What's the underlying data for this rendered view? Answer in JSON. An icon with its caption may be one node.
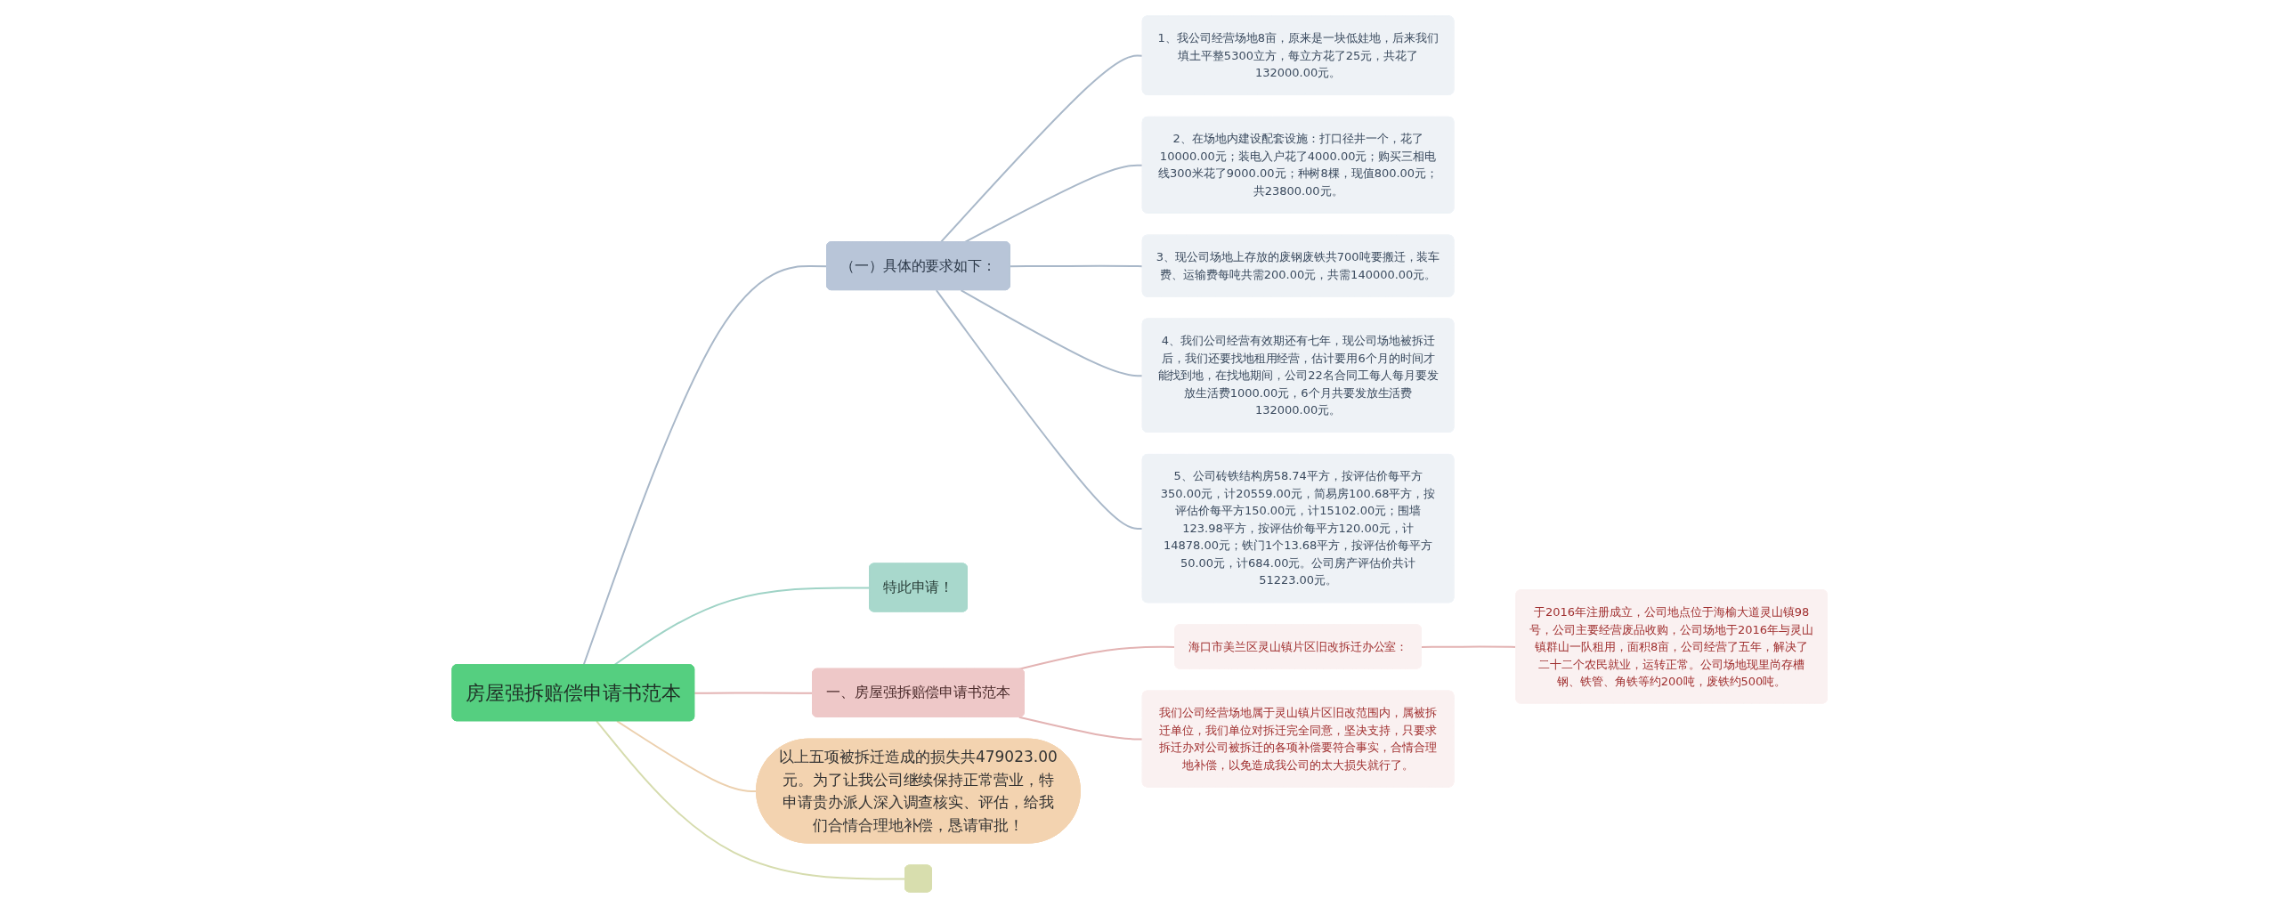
{
  "diagram": {
    "nodes": [
      {
        "text": [
          "房屋强拆赔偿申请书范本"
        ]
      },
      {
        "text": [
          "（一）具体的要求如下："
        ]
      },
      {
        "text": [
          "1、我公司经营场地8亩，原来是一块低娃地，后来我们填土平整5300立方，每立方花了25元，共花了132000.00元。"
        ]
      },
      {
        "text": [
          "2、在场地内建设配套设施：打口径井一个，花了10000.00元；装电入户花了4000.00元；购买三相电线300米花了9000.00元；种树8棵，现值800.00元；共23800.00元。"
        ]
      },
      {
        "text": [
          "3、现公司场地上存放的废钢废铁共700吨要搬迁，装车费、运输费每吨共需200.00元，共需140000.00元。"
        ]
      },
      {
        "text": [
          "4、我们公司经营有效期还有七年，现公司场地被拆迁后，我们还要找地租用经营，估计要用6个月的时间才能找到地，在找地期间，公司22名合同工每人每月要发放生活费1000.00元，6个月共要发放生活费132000.00元。"
        ]
      },
      {
        "text": [
          "5、公司砖铁结构房58.74平方，按评估价每平方350.00元，计20559.00元，简易房100.68平方，按评估价每平方150.00元，计15102.00元；围墙123.98平方，按评估价每平方120.00元，计14878.00元；铁门1个13.68平方，按评估价每平方50.00元，计684.00元。公司房产评估价共计51223.00元。"
        ]
      },
      {
        "text": [
          "特此申请！"
        ]
      },
      {
        "text": [
          "一、房屋强拆赔偿申请书范本"
        ]
      },
      {
        "text": [
          "海口市美兰区灵山镇片区旧改拆迁办公室："
        ]
      },
      {
        "text": [
          "于2016年注册成立，公司地点位于海榆大道灵山镇98号，公司主要经营废品收购，公司场地于2016年与灵山镇群山一队租用，面积8亩，公司经营了五年，解决了二十二个农民就业，运转正常。公司场地现里尚存槽钢、铁管、角铁等约200吨，废铁约500吨。"
        ]
      },
      {
        "text": [
          "我们公司经营场地属于灵山镇片区旧改范围内，属被拆迁单位，我们单位对拆迁完全同意，坚决支持，只要求拆迁办对公司被拆迁的各项补偿要符合事实，合情合理地补偿，以免造成我公司的太大损失就行了。"
        ]
      },
      {
        "text": [
          "以上五项被拆迁造成的损失共479023.00元。为了让我公司继续保持正常营业，特申请贵办派人深入调查核实、评估，给我们合情合理地补偿，恳请审批！"
        ]
      },
      {
        "text": [],
        "shape": "box"
      }
    ],
    "edges": [
      {
        "from": 0,
        "to": 1,
        "arrow": "none"
      },
      {
        "from": 1,
        "to": 2,
        "arrow": "none"
      },
      {
        "from": 1,
        "to": 3,
        "arrow": "none"
      },
      {
        "from": 1,
        "to": 4,
        "arrow": "none"
      },
      {
        "from": 1,
        "to": 5,
        "arrow": "none"
      },
      {
        "from": 1,
        "to": 6,
        "arrow": "none"
      },
      {
        "from": 0,
        "to": 7,
        "arrow": "none",
        "color": "#9fd3c6"
      },
      {
        "from": 0,
        "to": 8,
        "arrow": "none",
        "color": "#e3b3b3"
      },
      {
        "from": 8,
        "to": 9,
        "arrow": "none",
        "color": "#e3b3b3"
      },
      {
        "from": 9,
        "to": 10,
        "arrow": "none",
        "color": "#e3b3b3"
      },
      {
        "from": 8,
        "to": 11,
        "arrow": "none",
        "color": "#e3b3b3"
      },
      {
        "from": 0,
        "to": 12,
        "arrow": "none",
        "color": "#ecd0ae"
      },
      {
        "from": 0,
        "to": 13,
        "arrow": "none",
        "color": "#d6dcae"
      }
    ]
  }
}
